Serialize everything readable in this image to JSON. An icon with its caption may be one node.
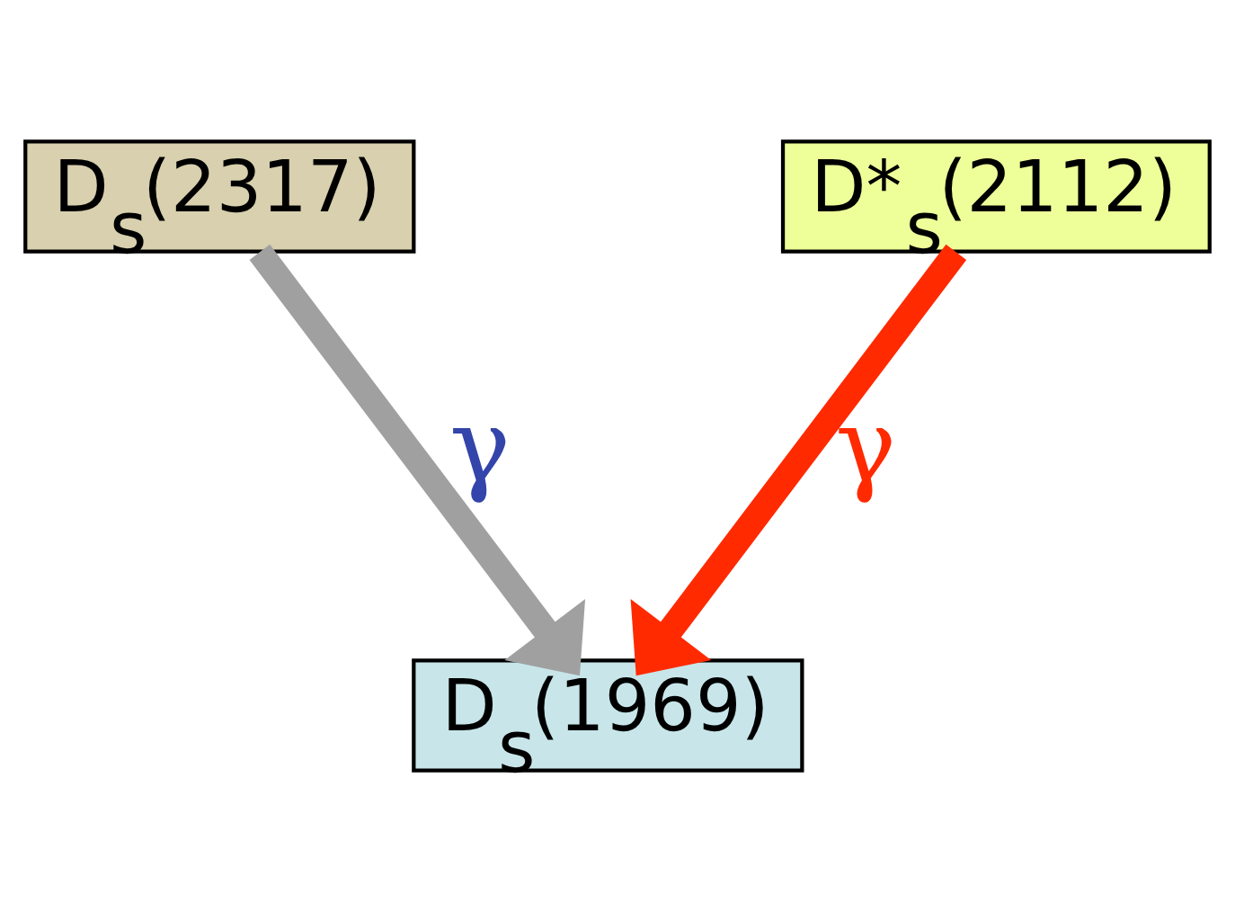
{
  "diagram": {
    "nodes": [
      {
        "text": [
          "D$_{s}$(2317)"
        ]
      },
      {
        "text": [
          "D*$_{s}$(2112)"
        ]
      },
      {
        "text": [
          "D$_{s}$(1969)"
        ]
      }
    ],
    "edges": [
      {
        "from": 0,
        "to": 2,
        "arrow": "to",
        "label": "γ",
        "color": "#a0a0a0"
      },
      {
        "from": 1,
        "to": 2,
        "arrow": "to",
        "label": "γ",
        "color": "#ff2a00"
      }
    ]
  }
}
